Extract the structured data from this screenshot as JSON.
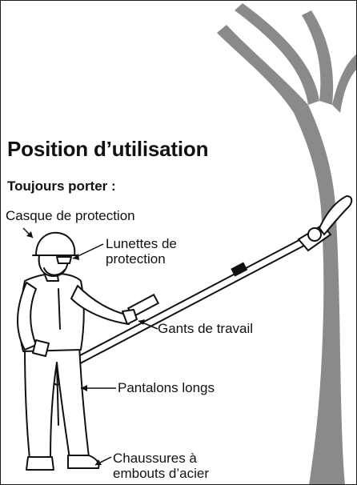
{
  "title": "Position d’utilisation",
  "subtitle": "Toujours porter :",
  "labels": {
    "helmet": "Casque de protection",
    "glasses_line1": "Lunettes de",
    "glasses_line2": "protection",
    "gloves": "Gants de travail",
    "trousers": "Pantalons longs",
    "boots_line1": "Chaussures à",
    "boots_line2": "embouts d’acier"
  },
  "colors": {
    "tree": "#8a8a8a",
    "ink": "#111111"
  }
}
